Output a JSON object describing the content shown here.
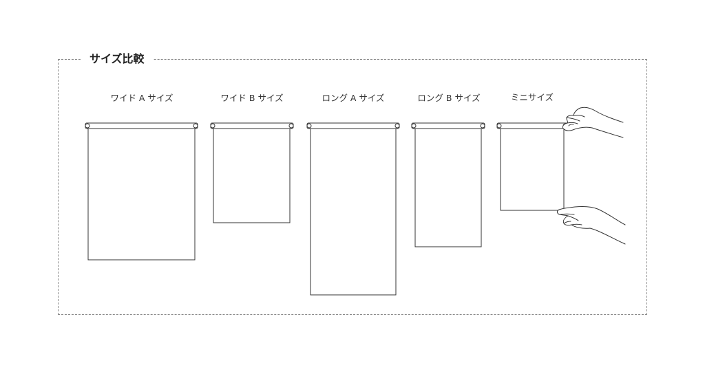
{
  "section": {
    "title": "サイズ比較"
  },
  "items": [
    {
      "label": "ワイド A サイズ"
    },
    {
      "label": "ワイド B サイズ"
    },
    {
      "label": "ロング A サイズ"
    },
    {
      "label": "ロング B サイズ"
    },
    {
      "label": "ミニサイズ"
    }
  ],
  "colors": {
    "line": "#333333",
    "frame": "#8a8a8a",
    "background": "#ffffff"
  }
}
